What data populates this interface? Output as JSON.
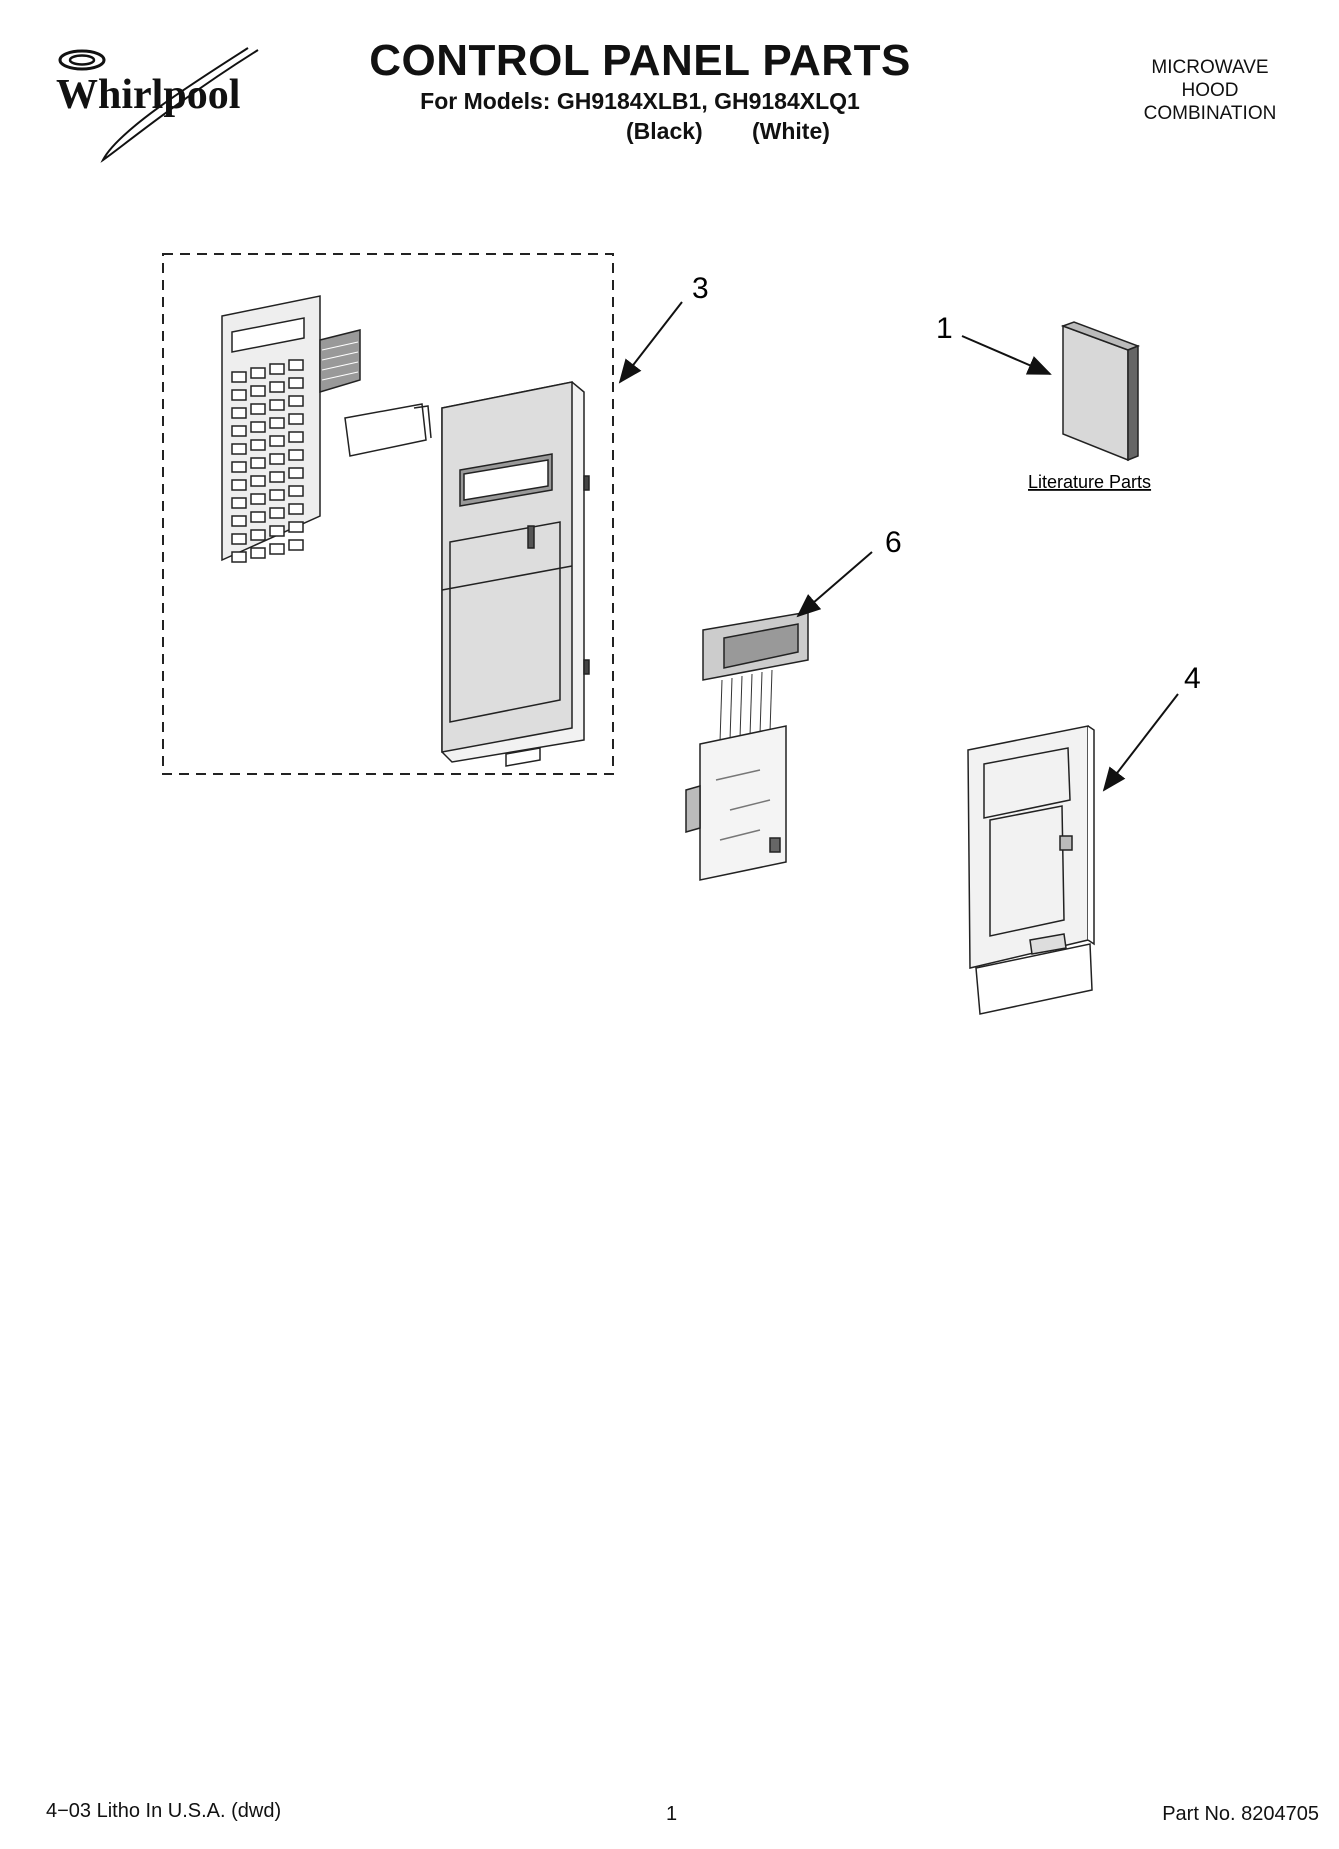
{
  "brand": {
    "name": "Whirlpool"
  },
  "header": {
    "title": "CONTROL PANEL PARTS",
    "models_line": "For Models: GH9184XLB1, GH9184XLQ1",
    "color_black": "(Black)",
    "color_white": "(White)",
    "product_type": [
      "MICROWAVE",
      "HOOD",
      "COMBINATION"
    ]
  },
  "callouts": {
    "c1": "1",
    "c3": "3",
    "c4": "4",
    "c6": "6"
  },
  "labels": {
    "literature": "Literature Parts"
  },
  "footer": {
    "litho": "4−03 Litho In U.S.A. (dwd)",
    "page": "1",
    "part_no": "Part No. 8204705"
  }
}
